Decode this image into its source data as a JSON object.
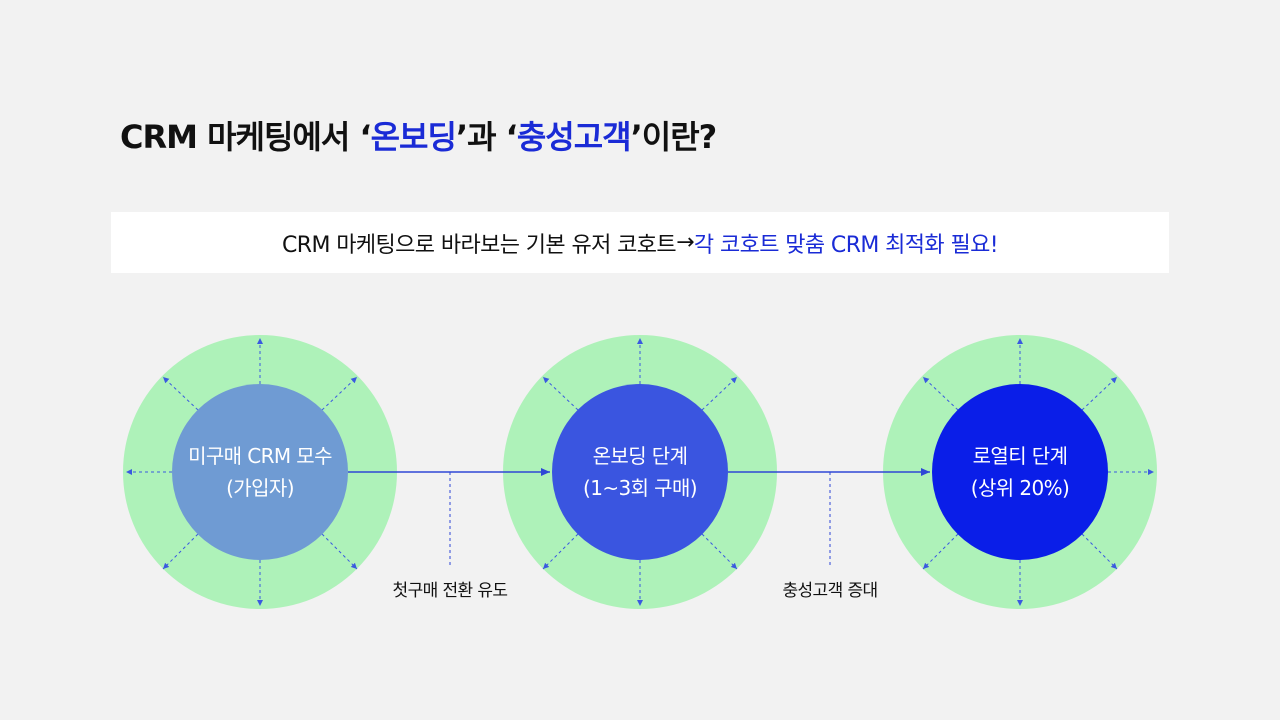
{
  "title": {
    "part1": "CRM 마케팅에서 ‘",
    "highlight1": "온보딩",
    "part2": "’과 ‘",
    "highlight2": "충성고객",
    "part3": "’이란?"
  },
  "banner": {
    "text": "CRM 마케팅으로 바라보는 기본 유저 코호트 ",
    "arrow": "→",
    "highlight": " 각 코호트 맞춤 CRM 최적화 필요!"
  },
  "nodes": [
    {
      "line1": "미구매 CRM 모수",
      "line2": "(가입자)",
      "fill": "#6f9bd3"
    },
    {
      "line1": "온보딩 단계",
      "line2": "(1~3회 구매)",
      "fill": "#3a55e0"
    },
    {
      "line1": "로열티 단계",
      "line2": "(상위 20%)",
      "fill": "#0a1ee8"
    }
  ],
  "transitions": [
    {
      "label": "첫구매 전환 유도"
    },
    {
      "label": "충성고객 증대"
    }
  ],
  "colors": {
    "ring": "#aef2b9",
    "accent": "#1a2bd6",
    "arrow": "#2f47d6"
  }
}
